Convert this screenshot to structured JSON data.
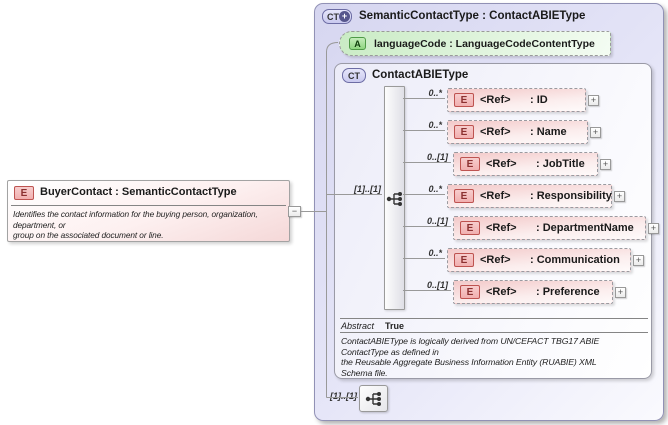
{
  "icons": {
    "plus": "+",
    "minus": "−"
  },
  "colors": {
    "panel_fill": "#e4e4f7",
    "panel_border": "#9191b5",
    "attribute_green": "#c9ebc4",
    "element_pink": "#f3c9c9",
    "badge_red_border": "#be5350",
    "badge_green_border": "#4e9a46",
    "badge_purple_border": "#6c6ca4",
    "line_gray": "#999999"
  },
  "root_box": {
    "badge": "E",
    "title": "BuyerContact : SemanticContactType",
    "description": "Identifies the contact information for the buying person, organization,\ndepartment, or\ngroup on the associated document or line."
  },
  "panel": {
    "badge": "CT",
    "title": "SemanticContactType : ContactABIEType",
    "attribute": {
      "badge": "A",
      "label": "languageCode : LanguageCodeContentType"
    },
    "content_cardinality": "[1]..[1]",
    "bottom_cardinality": "[1]..[1]"
  },
  "complex_type": {
    "badge": "CT",
    "title": "ContactABIEType",
    "elements": [
      {
        "cardinality": "0..*",
        "badge": "E",
        "name": "<Ref>",
        "type": ": ID"
      },
      {
        "cardinality": "0..*",
        "badge": "E",
        "name": "<Ref>",
        "type": ": Name"
      },
      {
        "cardinality": "0..[1]",
        "badge": "E",
        "name": "<Ref>",
        "type": ": JobTitle"
      },
      {
        "cardinality": "0..*",
        "badge": "E",
        "name": "<Ref>",
        "type": ": Responsibility"
      },
      {
        "cardinality": "0..[1]",
        "badge": "E",
        "name": "<Ref>",
        "type": ": DepartmentName"
      },
      {
        "cardinality": "0..*",
        "badge": "E",
        "name": "<Ref>",
        "type": ": Communication"
      },
      {
        "cardinality": "0..[1]",
        "badge": "E",
        "name": "<Ref>",
        "type": ": Preference"
      }
    ],
    "abstract_label": "Abstract",
    "abstract_value": "True",
    "notes": "ContactABIEType is logically derived from UN/CEFACT TBG17 ABIE\nContactType as defined in\nthe Reusable Aggregate Business Information Entity (RUABIE) XML\nSchema file."
  }
}
